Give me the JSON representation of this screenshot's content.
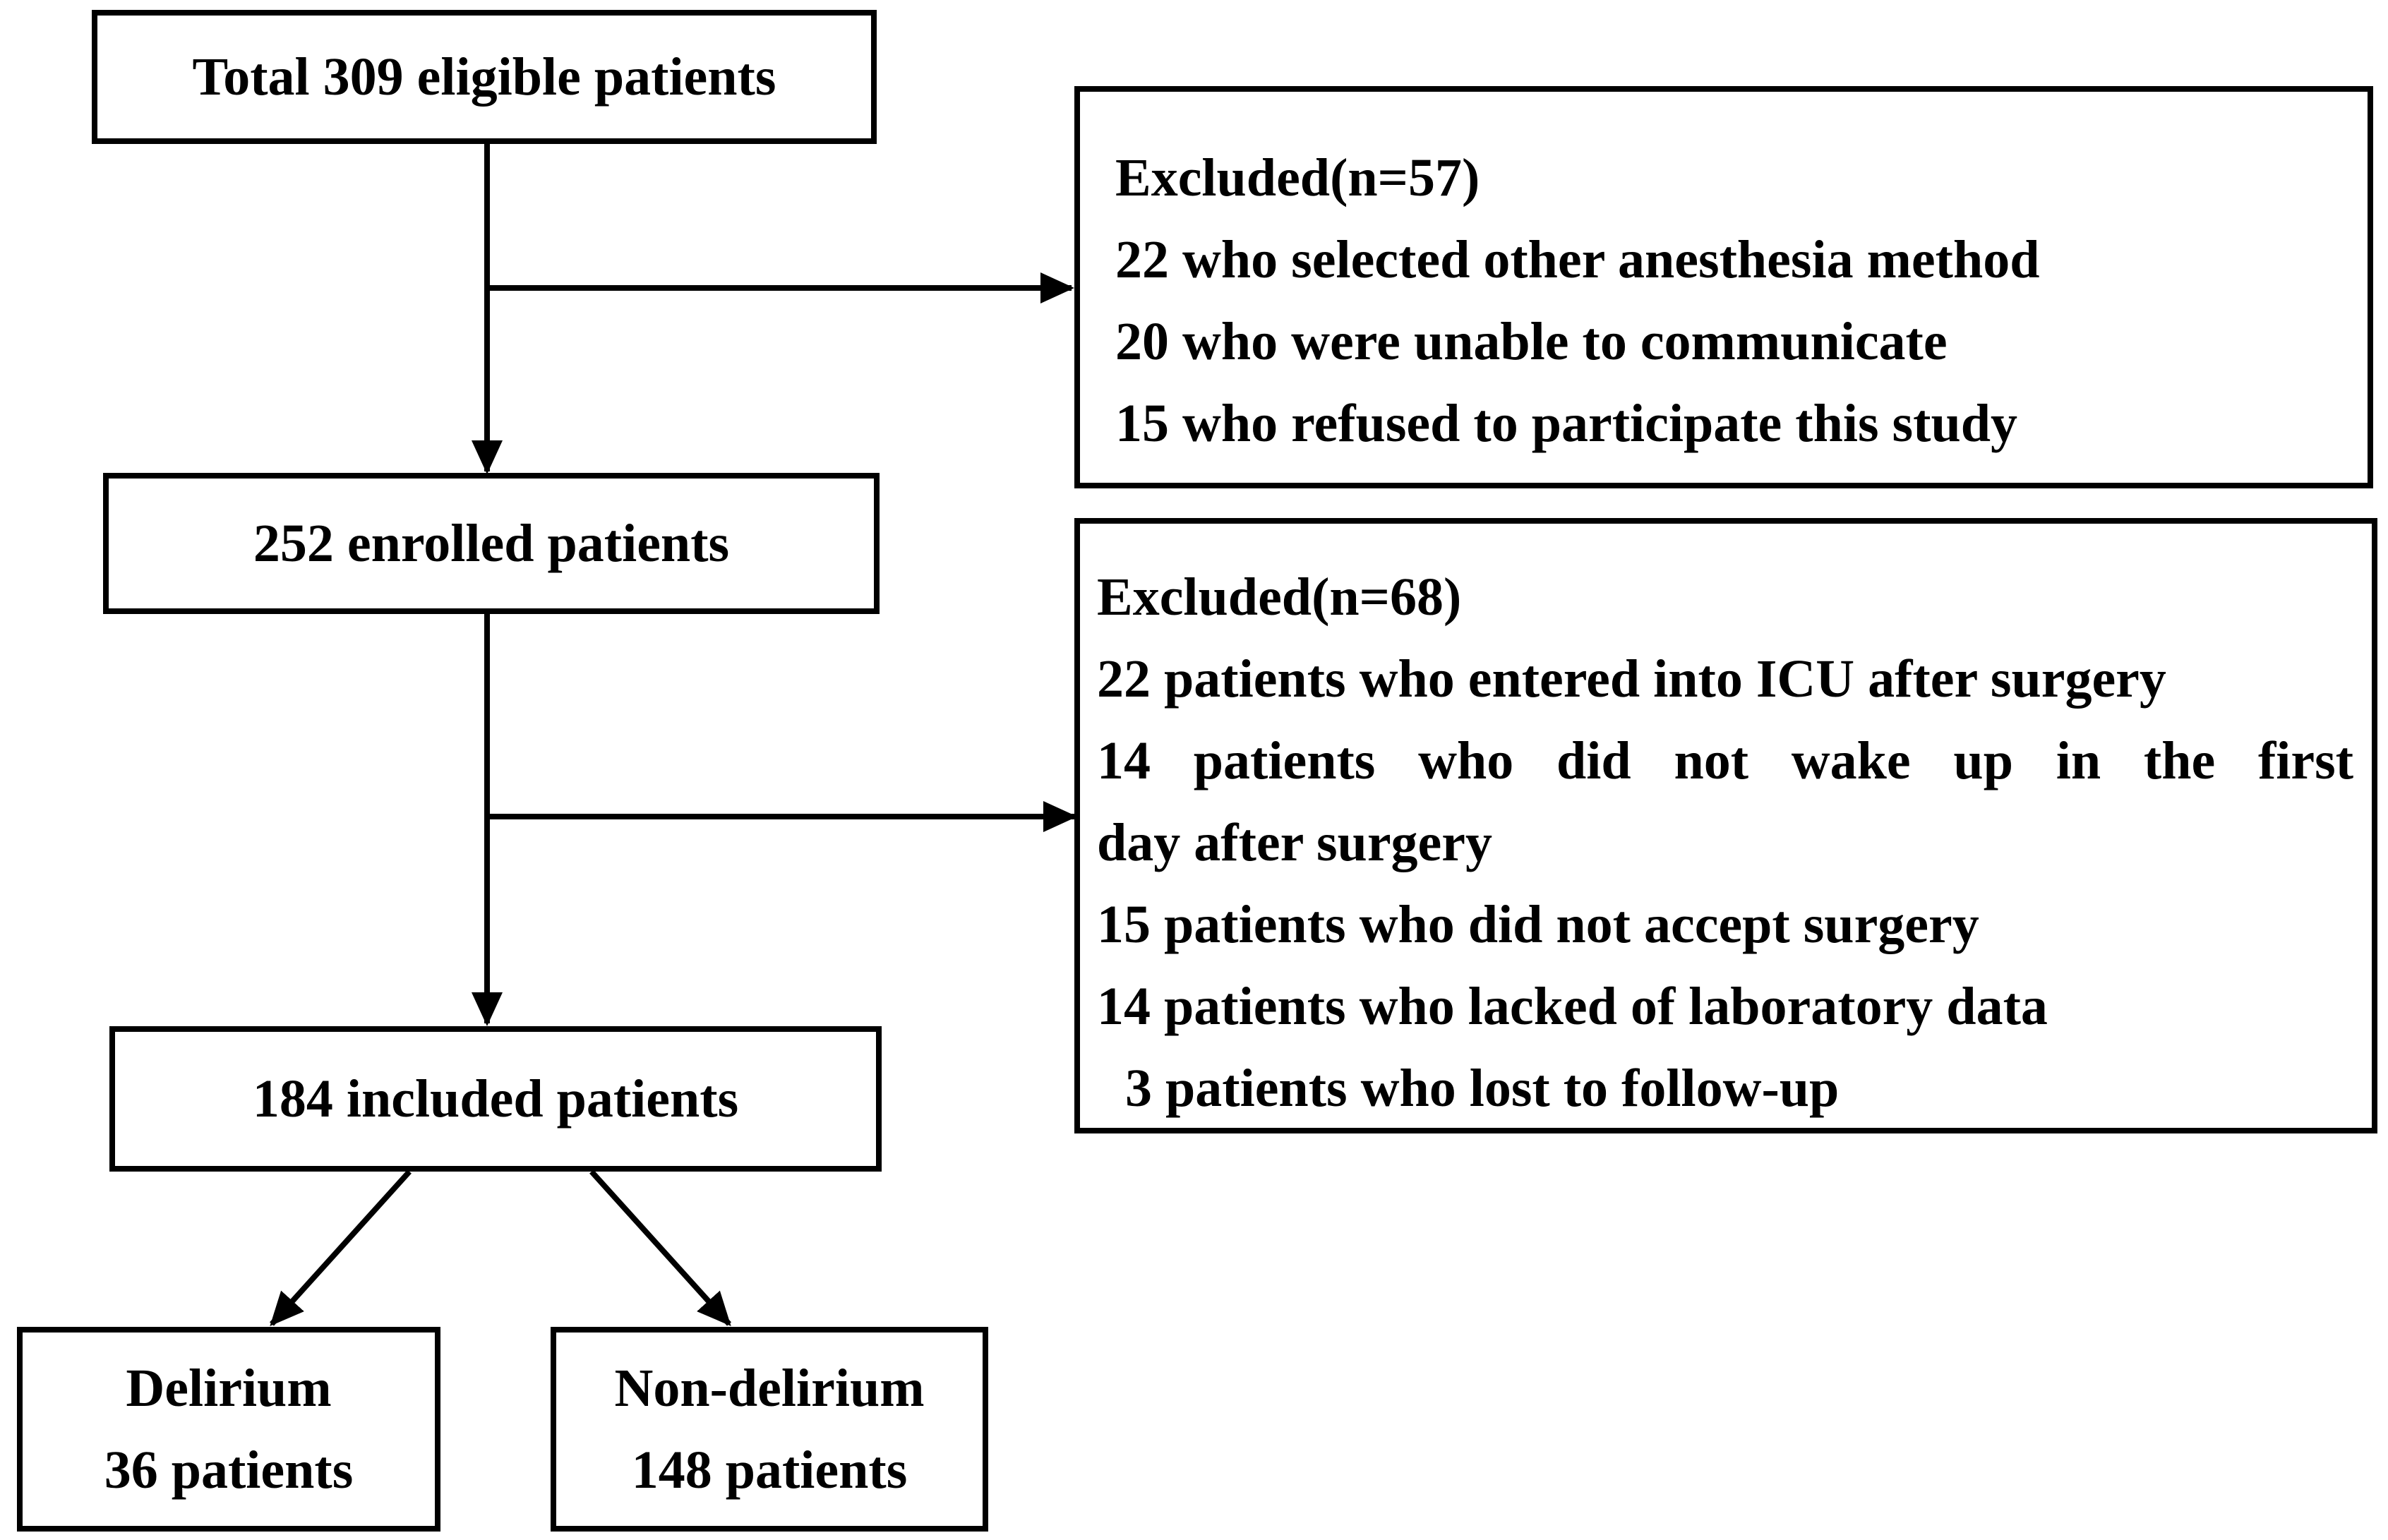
{
  "boxes": {
    "eligible": "Total 309 eligible patients",
    "enrolled": "252 enrolled patients",
    "included": "184 included patients",
    "delirium": {
      "label": "Delirium",
      "count": "36 patients"
    },
    "non_delirium": {
      "label": "Non-delirium",
      "count": "148 patients"
    }
  },
  "exclusion_1": {
    "heading": "Excluded(n=57)",
    "reasons": [
      "22 who selected other anesthesia method",
      "20 who were unable to communicate",
      "15 who refused to participate this study"
    ]
  },
  "exclusion_2": {
    "heading": "Excluded(n=68)",
    "reasons": [
      "22 patients who entered into ICU after surgery",
      "14 patients who did not wake up in the first",
      "day after surgery",
      "15 patients who did not accept surgery",
      "14 patients who lacked of laboratory data",
      "3 patients who lost to follow-up"
    ]
  }
}
